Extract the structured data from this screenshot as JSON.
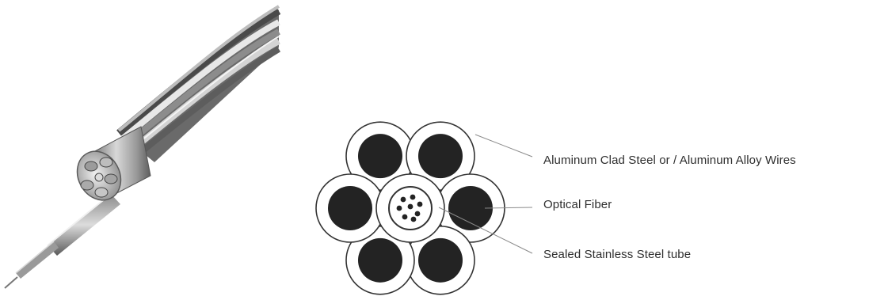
{
  "diagram": {
    "labels": {
      "wires": "Aluminum Clad Steel or / Aluminum Alloy Wires",
      "fiber": "Optical Fiber",
      "tube": "Sealed Stainless Steel tube"
    },
    "colors": {
      "strand_core": "#232323",
      "strand_ring": "#ffffff",
      "outline": "#333333",
      "leader": "#8a8a8a",
      "text": "#2e2e2e"
    },
    "outer_strand_count": 6,
    "fiber_count": 8
  }
}
